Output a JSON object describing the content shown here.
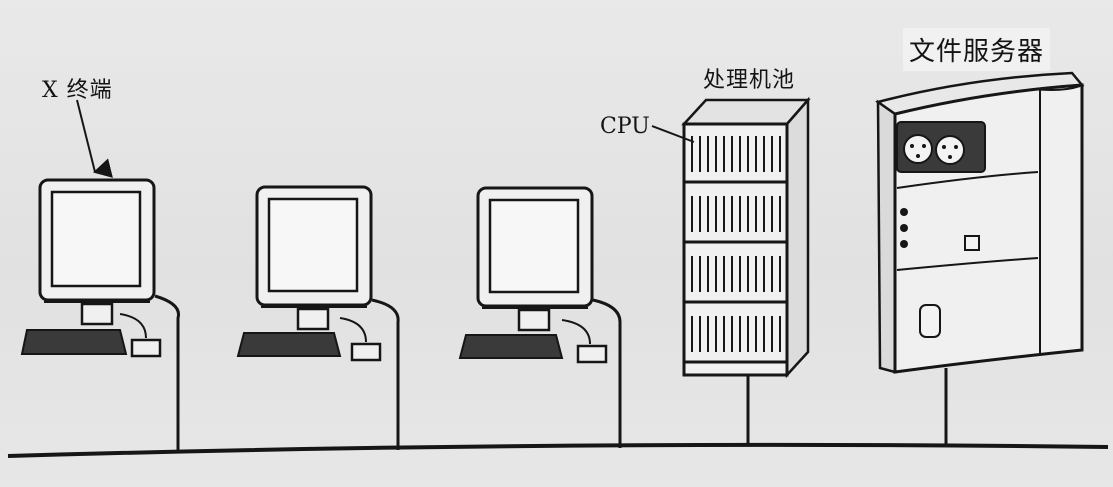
{
  "labels": {
    "x_terminal": "X 终端",
    "processor_pool": "处理机池",
    "cpu": "CPU",
    "file_server": "文件服务器"
  },
  "colors": {
    "ink": "#161616",
    "paper": "#e6e6e6",
    "device_fill": "#f0f0f0",
    "screen_fill": "#f7f7f7",
    "keyboard_fill": "#3a3a3a"
  }
}
